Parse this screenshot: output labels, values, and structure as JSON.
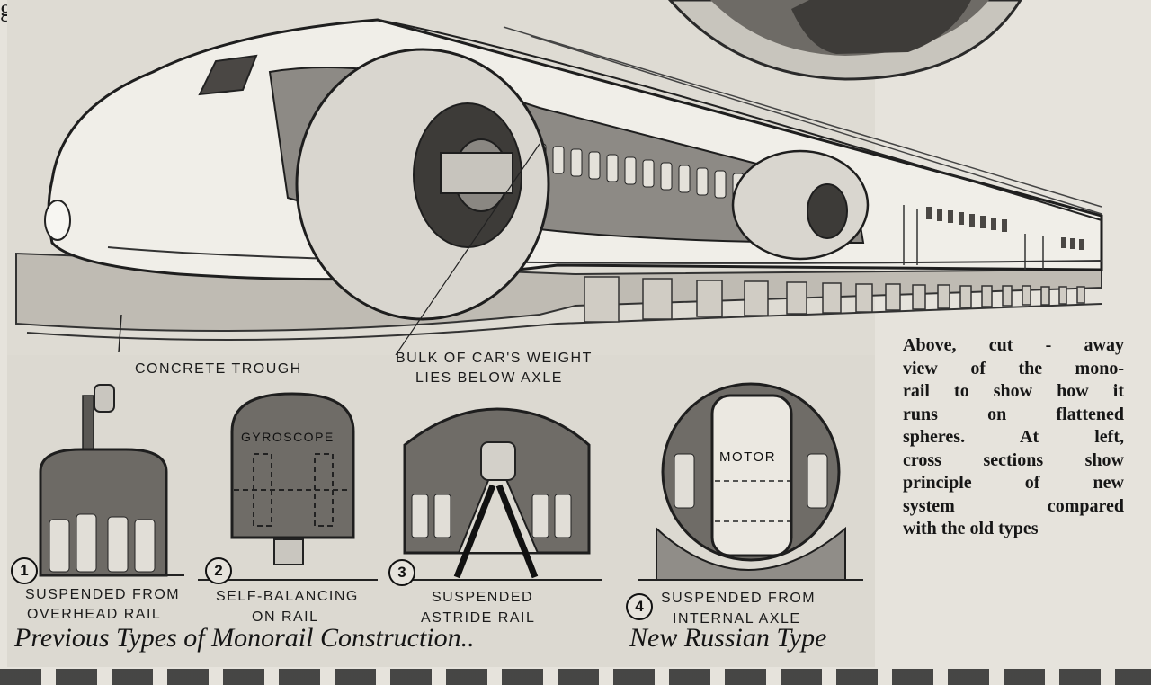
{
  "fragment_top_left": "g at",
  "main_labels": {
    "concrete_trough": "CONCRETE TROUGH",
    "bulk_weight": [
      "BULK OF CAR'S WEIGHT",
      "LIES BELOW AXLE"
    ]
  },
  "cross_sections": [
    {
      "number": "1",
      "label": [
        "SUSPENDED FROM",
        "OVERHEAD RAIL"
      ]
    },
    {
      "number": "2",
      "label": [
        "SELF-BALANCING",
        "ON RAIL"
      ],
      "inner_label": "GYROSCOPE"
    },
    {
      "number": "3",
      "label": [
        "SUSPENDED",
        "ASTRIDE RAIL"
      ]
    },
    {
      "number": "4",
      "label": [
        "SUSPENDED FROM",
        "INTERNAL AXLE"
      ],
      "inner_label": "MOTOR"
    }
  ],
  "script_titles": {
    "previous": "Previous Types of Monorail Construction..",
    "new": "New Russian Type"
  },
  "caption_lines": [
    "Above, cut - away",
    "view of the mono-",
    "rail to show how it",
    "runs on flattened",
    "spheres. At left,",
    "cross sections show",
    "principle of new",
    "system compared",
    "with the old types"
  ]
}
